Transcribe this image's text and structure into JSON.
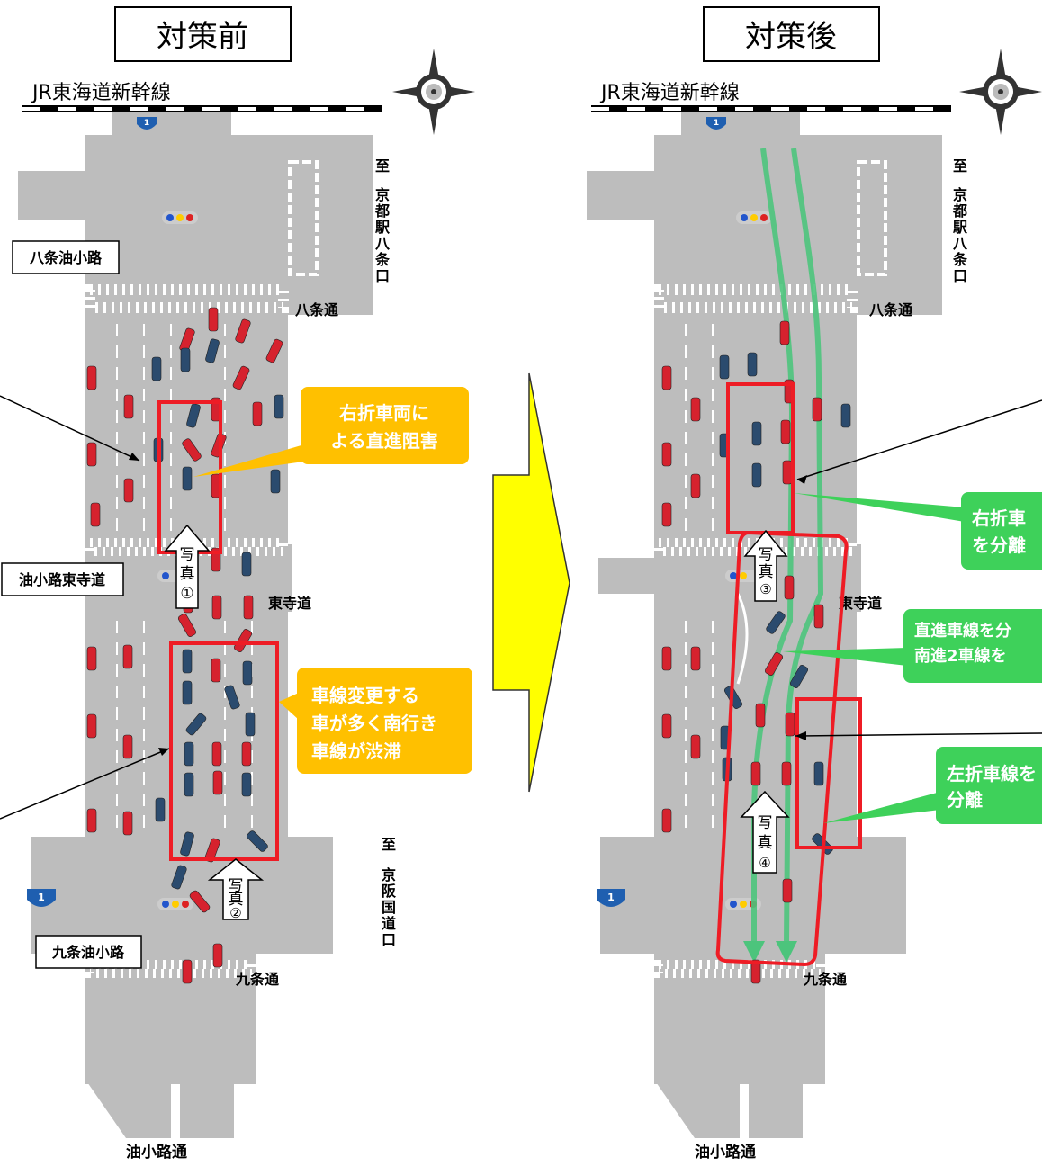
{
  "before": {
    "title": "対策前",
    "rail_label": "JR東海道新幹線",
    "route_badge": "1",
    "labels": {
      "hachijo_abura": "八条油小路",
      "abura_higashi": "油小路東寺道",
      "kujo_abura": "九条油小路",
      "hachijo_dori": "八条通",
      "higashidera": "東寺道",
      "kujo_dori": "九条通",
      "aburakoji_dori": "油小路通"
    },
    "dest_top": [
      "至",
      "京",
      "都",
      "駅",
      "八",
      "条",
      "口"
    ],
    "dest_bottom": [
      "至",
      "京",
      "阪",
      "国",
      "道",
      "口"
    ],
    "callout1": [
      "右折車両に",
      "よる直進阻害"
    ],
    "callout2": [
      "車線変更する",
      "車が多く南行き",
      "車線が渋滞"
    ],
    "photo1": [
      "写",
      "真",
      "①"
    ],
    "photo2": [
      "写",
      "真",
      "②"
    ]
  },
  "after": {
    "title": "対策後",
    "rail_label": "JR東海道新幹線",
    "route_badge": "1",
    "labels": {
      "hachijo_dori": "八条通",
      "higashidera": "東寺道",
      "kujo_dori": "九条通",
      "aburakoji_dori": "油小路通"
    },
    "dest_top": [
      "至",
      "京",
      "都",
      "駅",
      "八",
      "条",
      "口"
    ],
    "callout1": [
      "右折車",
      "を分離"
    ],
    "callout2": [
      "直進車線を分",
      "南進2車線を"
    ],
    "callout3": [
      "左折車線を",
      "分離"
    ],
    "photo3": [
      "写",
      "真",
      "③"
    ],
    "photo4": [
      "写",
      "真",
      "④"
    ]
  },
  "colors": {
    "road": "#bdbdbd",
    "car_red": "#d6222e",
    "car_blue": "#2b4b6e",
    "callout_orange": "#ffc000",
    "callout_green": "#3ed15a",
    "highlight_red": "#ee1c25",
    "arrow_yellow": "#ffff00",
    "lane_green": "#4cc47c"
  }
}
